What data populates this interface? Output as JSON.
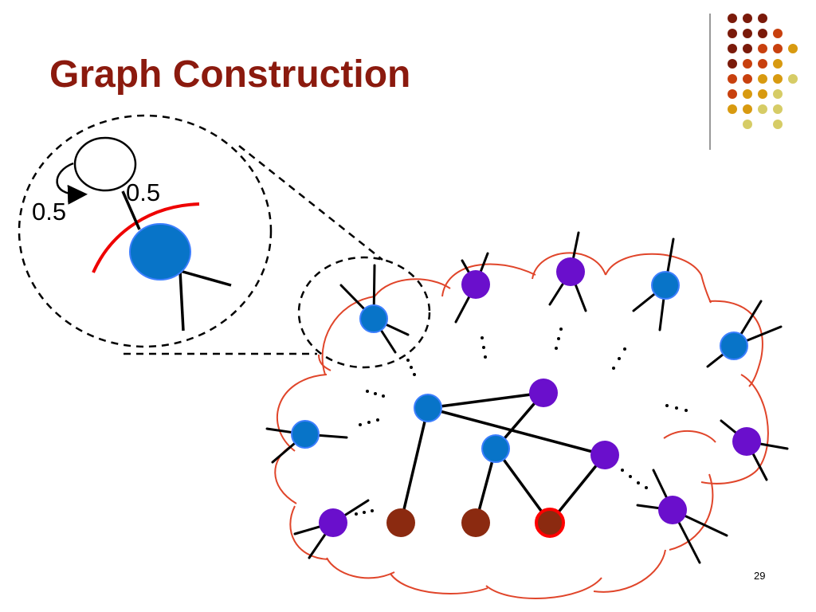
{
  "slide": {
    "title": "Graph Construction",
    "page_number": "29"
  },
  "zoom_inset": {
    "self_loop_weight": "0.5",
    "edge_weight": "0.5"
  },
  "ellipsis": "…",
  "colors": {
    "title": "#8b1a0e",
    "cloud_outline": "#e0452a",
    "node_blue": "#0874c8",
    "node_blue_outline": "#3d7fff",
    "node_purple": "#6a0fcc",
    "node_brown": "#8b2a10",
    "node_highlight_ring": "#ff0000",
    "boundary_arc": "#ee0000",
    "dot_palette": [
      "#7a1a0a",
      "#c8400e",
      "#d89a10",
      "#d6cc66"
    ]
  }
}
